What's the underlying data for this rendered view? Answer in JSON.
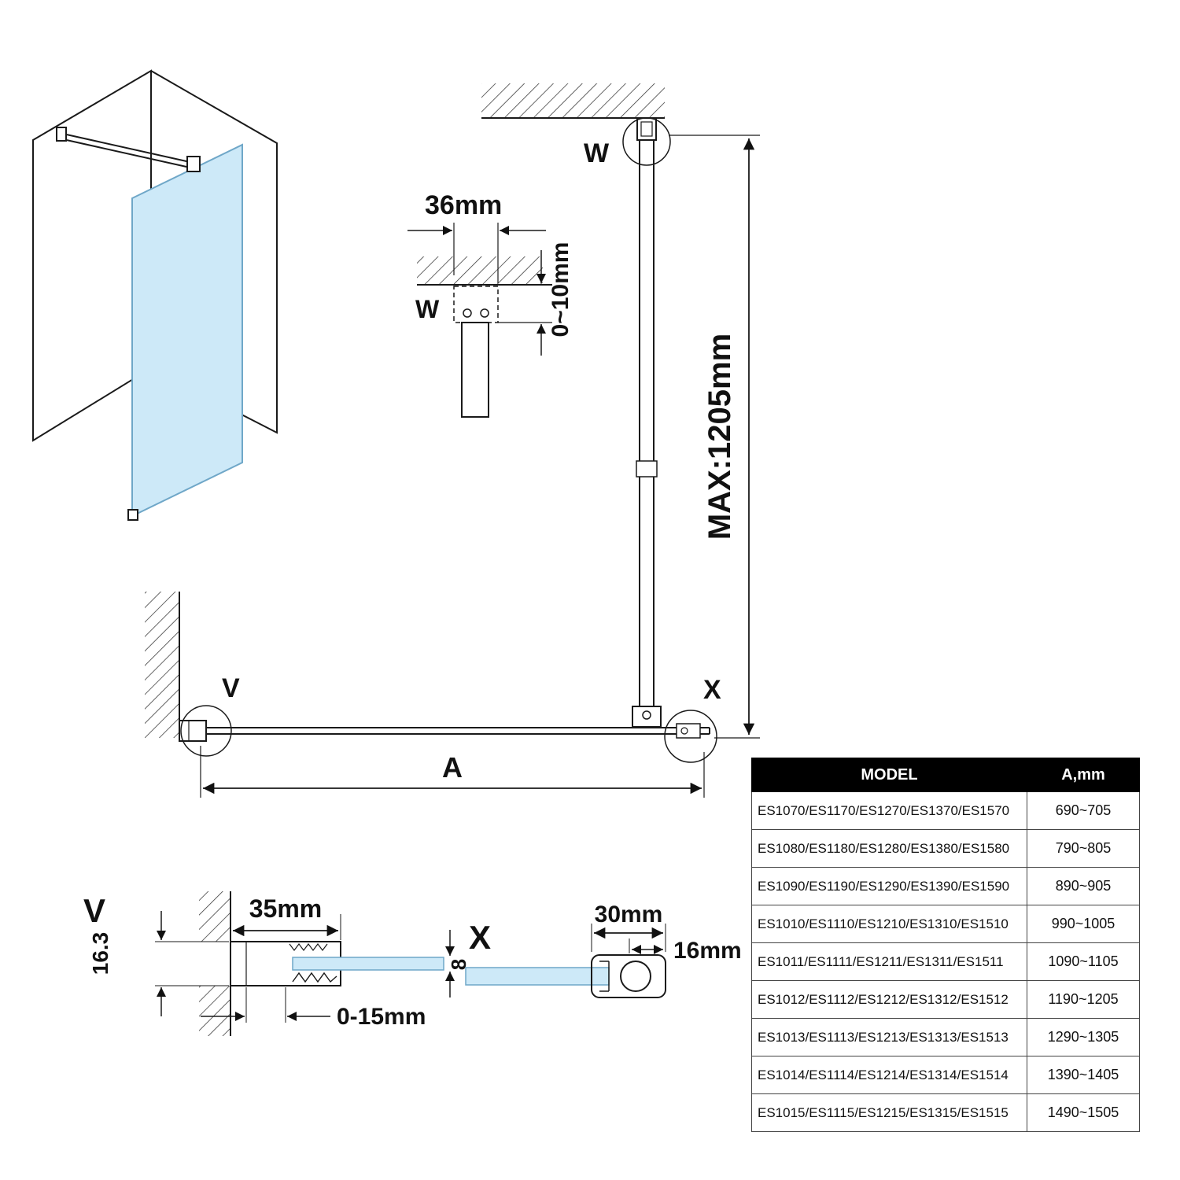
{
  "detail_w": {
    "title": "W",
    "dim_36": "36mm",
    "dim_0_10": "0~10mm"
  },
  "elevation": {
    "label_w": "W",
    "label_v": "V",
    "label_x": "X",
    "dim_max": "MAX:1205mm",
    "dim_a": "A"
  },
  "detail_v": {
    "title": "V",
    "dim_163": "16.3",
    "dim_35": "35mm",
    "dim_8": "8",
    "dim_0_15": "0-15mm"
  },
  "detail_x": {
    "title": "X",
    "dim_30": "30mm",
    "dim_16": "16mm"
  },
  "colors": {
    "glass": "#cde9f8",
    "line": "#111111",
    "table_header_bg": "#000000"
  },
  "table": {
    "headers": [
      "MODEL",
      "A,mm"
    ],
    "rows": [
      {
        "model": "ES1070/ES1170/ES1270/ES1370/ES1570",
        "a_mm": "690~705"
      },
      {
        "model": "ES1080/ES1180/ES1280/ES1380/ES1580",
        "a_mm": "790~805"
      },
      {
        "model": "ES1090/ES1190/ES1290/ES1390/ES1590",
        "a_mm": "890~905"
      },
      {
        "model": "ES1010/ES1110/ES1210/ES1310/ES1510",
        "a_mm": "990~1005"
      },
      {
        "model": "ES1011/ES1111/ES1211/ES1311/ES1511",
        "a_mm": "1090~1105"
      },
      {
        "model": "ES1012/ES1112/ES1212/ES1312/ES1512",
        "a_mm": "1190~1205"
      },
      {
        "model": "ES1013/ES1113/ES1213/ES1313/ES1513",
        "a_mm": "1290~1305"
      },
      {
        "model": "ES1014/ES1114/ES1214/ES1314/ES1514",
        "a_mm": "1390~1405"
      },
      {
        "model": "ES1015/ES1115/ES1215/ES1315/ES1515",
        "a_mm": "1490~1505"
      }
    ]
  }
}
